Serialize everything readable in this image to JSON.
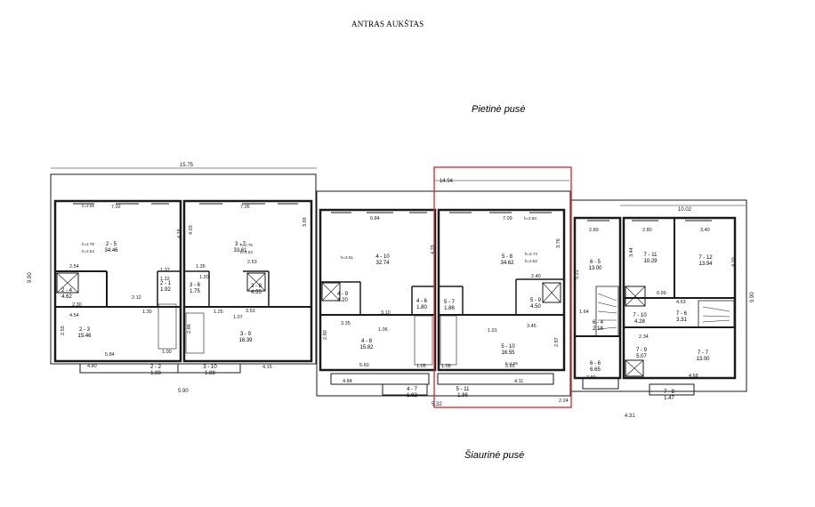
{
  "title": "ANTRAS AUKŠTAS",
  "south_label": "Pietinė pusė",
  "north_label": "Šiaurinė pusė",
  "highlight_color": "#e0202a",
  "line_color": "#1a1a1a",
  "overall_dims": [
    "15.75",
    "14.94",
    "10.02",
    "5.90",
    "5.32",
    "4.31",
    "9.90",
    "9.90"
  ],
  "rooms": [
    {
      "id": "2 - 5",
      "area": "34.46"
    },
    {
      "id": "2 - 4",
      "area": "4.62"
    },
    {
      "id": "2 - 1",
      "area": "1.92"
    },
    {
      "id": "2 - 3",
      "area": "15.46"
    },
    {
      "id": "2 - 2",
      "area": "1.88"
    },
    {
      "id": "3 - 7",
      "area": "33.61"
    },
    {
      "id": "3 - 6",
      "area": "1.75"
    },
    {
      "id": "3 - 8",
      "area": "4.55"
    },
    {
      "id": "3 - 9",
      "area": "16.39"
    },
    {
      "id": "3 - 10",
      "area": "1.88"
    },
    {
      "id": "4 - 10",
      "area": "32.74"
    },
    {
      "id": "4 - 9",
      "area": "4.20"
    },
    {
      "id": "4 - 6",
      "area": "1.80"
    },
    {
      "id": "4 - 8",
      "area": "15.82"
    },
    {
      "id": "4 - 7",
      "area": "1.82"
    },
    {
      "id": "5 - 8",
      "area": "34.62"
    },
    {
      "id": "5 - 7",
      "area": "1.86"
    },
    {
      "id": "5 - 9",
      "area": "4.50"
    },
    {
      "id": "5 - 10",
      "area": "16.55"
    },
    {
      "id": "5 - 11",
      "area": "1.86"
    },
    {
      "id": "6 - 5",
      "area": "13.00"
    },
    {
      "id": "6 - 4",
      "area": "2.18"
    },
    {
      "id": "6 - 6",
      "area": "6.65"
    },
    {
      "id": "7 - 11",
      "area": "10.29"
    },
    {
      "id": "7 - 12",
      "area": "13.94"
    },
    {
      "id": "7 - 10",
      "area": "4.28"
    },
    {
      "id": "7 - 6",
      "area": "3.31"
    },
    {
      "id": "7 - 9",
      "area": "5.07"
    },
    {
      "id": "7 - 7",
      "area": "13.00"
    },
    {
      "id": "7 - 8",
      "area": "1.47"
    }
  ],
  "dims": [
    "7.02",
    "7.05",
    "6.84",
    "7.09",
    "2.89",
    "2.80",
    "3.40",
    "4.54",
    "3.53",
    "5.60",
    "5.85",
    "5.84",
    "4.80",
    "4.15",
    "4.84",
    "4.11",
    "4.68",
    "3.45",
    "3.35",
    "2.90",
    "2.55",
    "2.86",
    "4.16",
    "4.03",
    "3.69",
    "4.29",
    "3.76",
    "5.21",
    "3.44",
    "4.10",
    "4.63",
    "1.30",
    "1.07",
    "1.06",
    "1.01",
    "2.12",
    "2.34",
    "1.64",
    "3.10",
    "1.35",
    "1.20",
    "1.25",
    "1.22",
    "1.37",
    "2.54",
    "2.53",
    "2.40",
    "2.30",
    "2.89",
    "0.99",
    "2.87",
    "2.24",
    "1.00",
    "1.05",
    "1.08"
  ],
  "heights": [
    "h=2.59",
    "h=2.78",
    "h=2.54",
    "h=2.75",
    "h=2.53",
    "h=2.51",
    "h=2.74",
    "h=2.52",
    "h=2.60",
    "h=2.55"
  ]
}
